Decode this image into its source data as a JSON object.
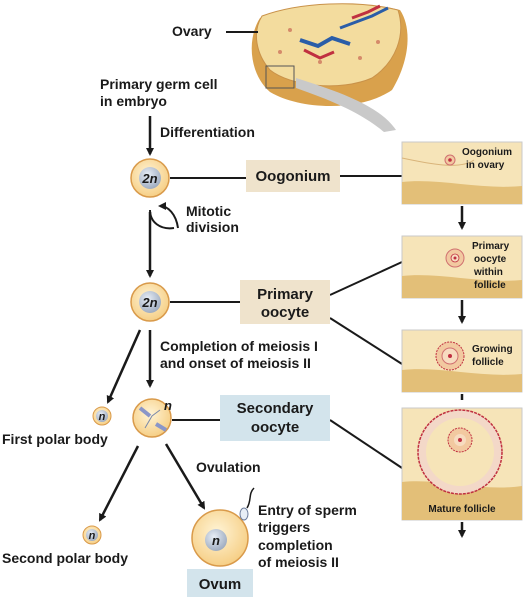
{
  "labels": {
    "ovary": "Ovary",
    "primary_germ_cell_line1": "Primary germ cell",
    "primary_germ_cell_line2": "in embryo",
    "differentiation": "Differentiation",
    "mitotic_line1": "Mitotic",
    "mitotic_line2": "division",
    "completion_line1": "Completion of meiosis I",
    "completion_line2": "and onset of meiosis II",
    "first_polar_body": "First polar body",
    "ovulation": "Ovulation",
    "entry_line1": "Entry of sperm",
    "entry_line2": "triggers",
    "entry_line3": "completion",
    "entry_line4": "of meiosis II",
    "second_polar_body": "Second polar body"
  },
  "stage_boxes": {
    "oogonium": "Oogonium",
    "primary_oocyte_line1": "Primary",
    "primary_oocyte_line2": "oocyte",
    "secondary_oocyte_line1": "Secondary",
    "secondary_oocyte_line2": "oocyte",
    "ovum": "Ovum"
  },
  "cells": {
    "oogonium_ploidy": "2n",
    "primary_oocyte_ploidy": "2n",
    "secondary_oocyte_ploidy": "n",
    "first_polar_ploidy": "n",
    "second_polar_ploidy": "n",
    "ovum_ploidy": "n"
  },
  "panels": {
    "p1_line1": "Oogonium",
    "p1_line2": "in ovary",
    "p2_line1": "Primary",
    "p2_line2": "oocyte",
    "p2_line3": "within",
    "p2_line4": "follicle",
    "p3_line1": "Growing",
    "p3_line2": "follicle",
    "p4_line1": "Mature follicle"
  },
  "colors": {
    "beige_box": "#efe3cc",
    "blue_box": "#d3e4ec",
    "cell_fill": "#fde8b8",
    "cell_edge": "#d99a4a",
    "panel_fill": "#f6e4b8",
    "ovary_tissue": "#f3dc9e"
  }
}
